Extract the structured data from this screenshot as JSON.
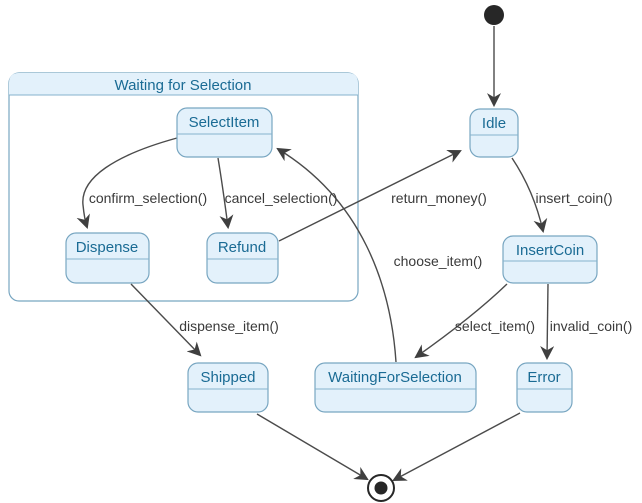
{
  "diagram": {
    "kind": "uml-state-diagram",
    "composite": {
      "title": "Waiting for Selection",
      "children": [
        "SelectItem",
        "Dispense",
        "Refund"
      ]
    },
    "states": {
      "idle": {
        "label": "Idle"
      },
      "selectitem": {
        "label": "SelectItem"
      },
      "dispense": {
        "label": "Dispense"
      },
      "refund": {
        "label": "Refund"
      },
      "insertcoin": {
        "label": "InsertCoin"
      },
      "shipped": {
        "label": "Shipped"
      },
      "waitingforselection": {
        "label": "WaitingForSelection"
      },
      "error": {
        "label": "Error"
      }
    },
    "pseudostates": {
      "initial": {
        "type": "initial"
      },
      "final": {
        "type": "final"
      }
    },
    "transitions": [
      {
        "from": "initial",
        "to": "Idle",
        "label": ""
      },
      {
        "from": "Idle",
        "to": "InsertCoin",
        "label": "insert_coin()"
      },
      {
        "from": "InsertCoin",
        "to": "WaitingForSelection",
        "label": "select_item()"
      },
      {
        "from": "InsertCoin",
        "to": "Error",
        "label": "invalid_coin()"
      },
      {
        "from": "WaitingForSelection",
        "to": "SelectItem",
        "label": "choose_item()"
      },
      {
        "from": "SelectItem",
        "to": "Dispense",
        "label": "confirm_selection()"
      },
      {
        "from": "SelectItem",
        "to": "Refund",
        "label": "cancel_selection()"
      },
      {
        "from": "Refund",
        "to": "Idle",
        "label": "return_money()"
      },
      {
        "from": "Dispense",
        "to": "Shipped",
        "label": "dispense_item()"
      },
      {
        "from": "Shipped",
        "to": "final",
        "label": ""
      },
      {
        "from": "Error",
        "to": "final",
        "label": ""
      }
    ],
    "colors": {
      "state_fill": "#e3f1fb",
      "state_border": "#78a6c1",
      "state_text": "#1a6b94",
      "divider": "#85b2cc",
      "edge": "#4b4b4b",
      "edge_label_text": "#3a3a3a",
      "terminal_node": "#272727",
      "background": "#ffffff"
    }
  }
}
